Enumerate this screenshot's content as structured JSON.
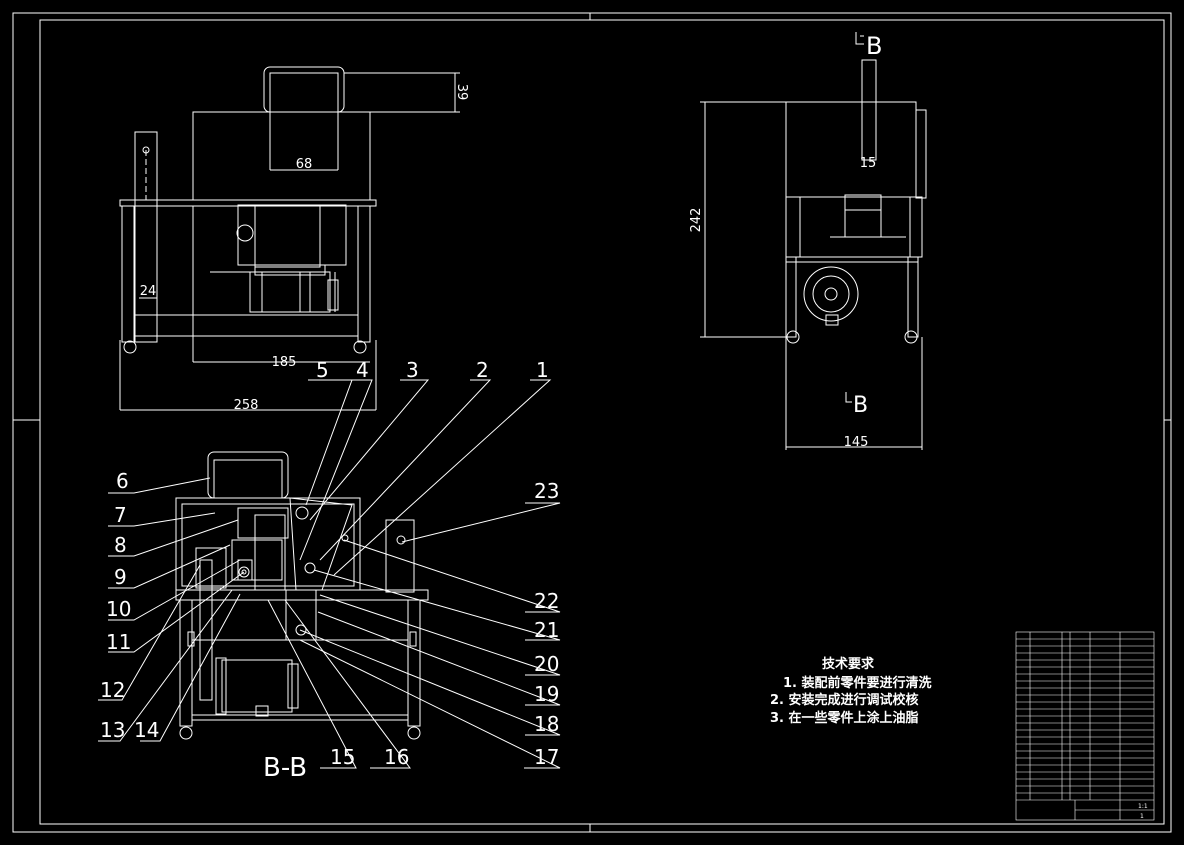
{
  "views": {
    "front": {
      "dims": {
        "height_top": "39",
        "handle": "68",
        "post": "24",
        "inner_width": "185",
        "outer_width": "258"
      }
    },
    "side": {
      "dims": {
        "height": "242",
        "top": "15",
        "width": "145"
      },
      "section_marks": {
        "top": "B",
        "bottom": "B"
      }
    },
    "section": {
      "title": "B-B"
    }
  },
  "callouts": [
    "1",
    "2",
    "3",
    "4",
    "5",
    "6",
    "7",
    "8",
    "9",
    "10",
    "11",
    "12",
    "13",
    "14",
    "15",
    "16",
    "17",
    "18",
    "19",
    "20",
    "21",
    "22",
    "23"
  ],
  "requirements": {
    "title": "技术要求",
    "items": [
      "1. 装配前零件要进行清洗",
      "2. 安装完成进行调试校核",
      "3. 在一些零件上涂上油脂"
    ]
  },
  "title_block": {
    "scale": "1:1",
    "sheet": "1"
  }
}
